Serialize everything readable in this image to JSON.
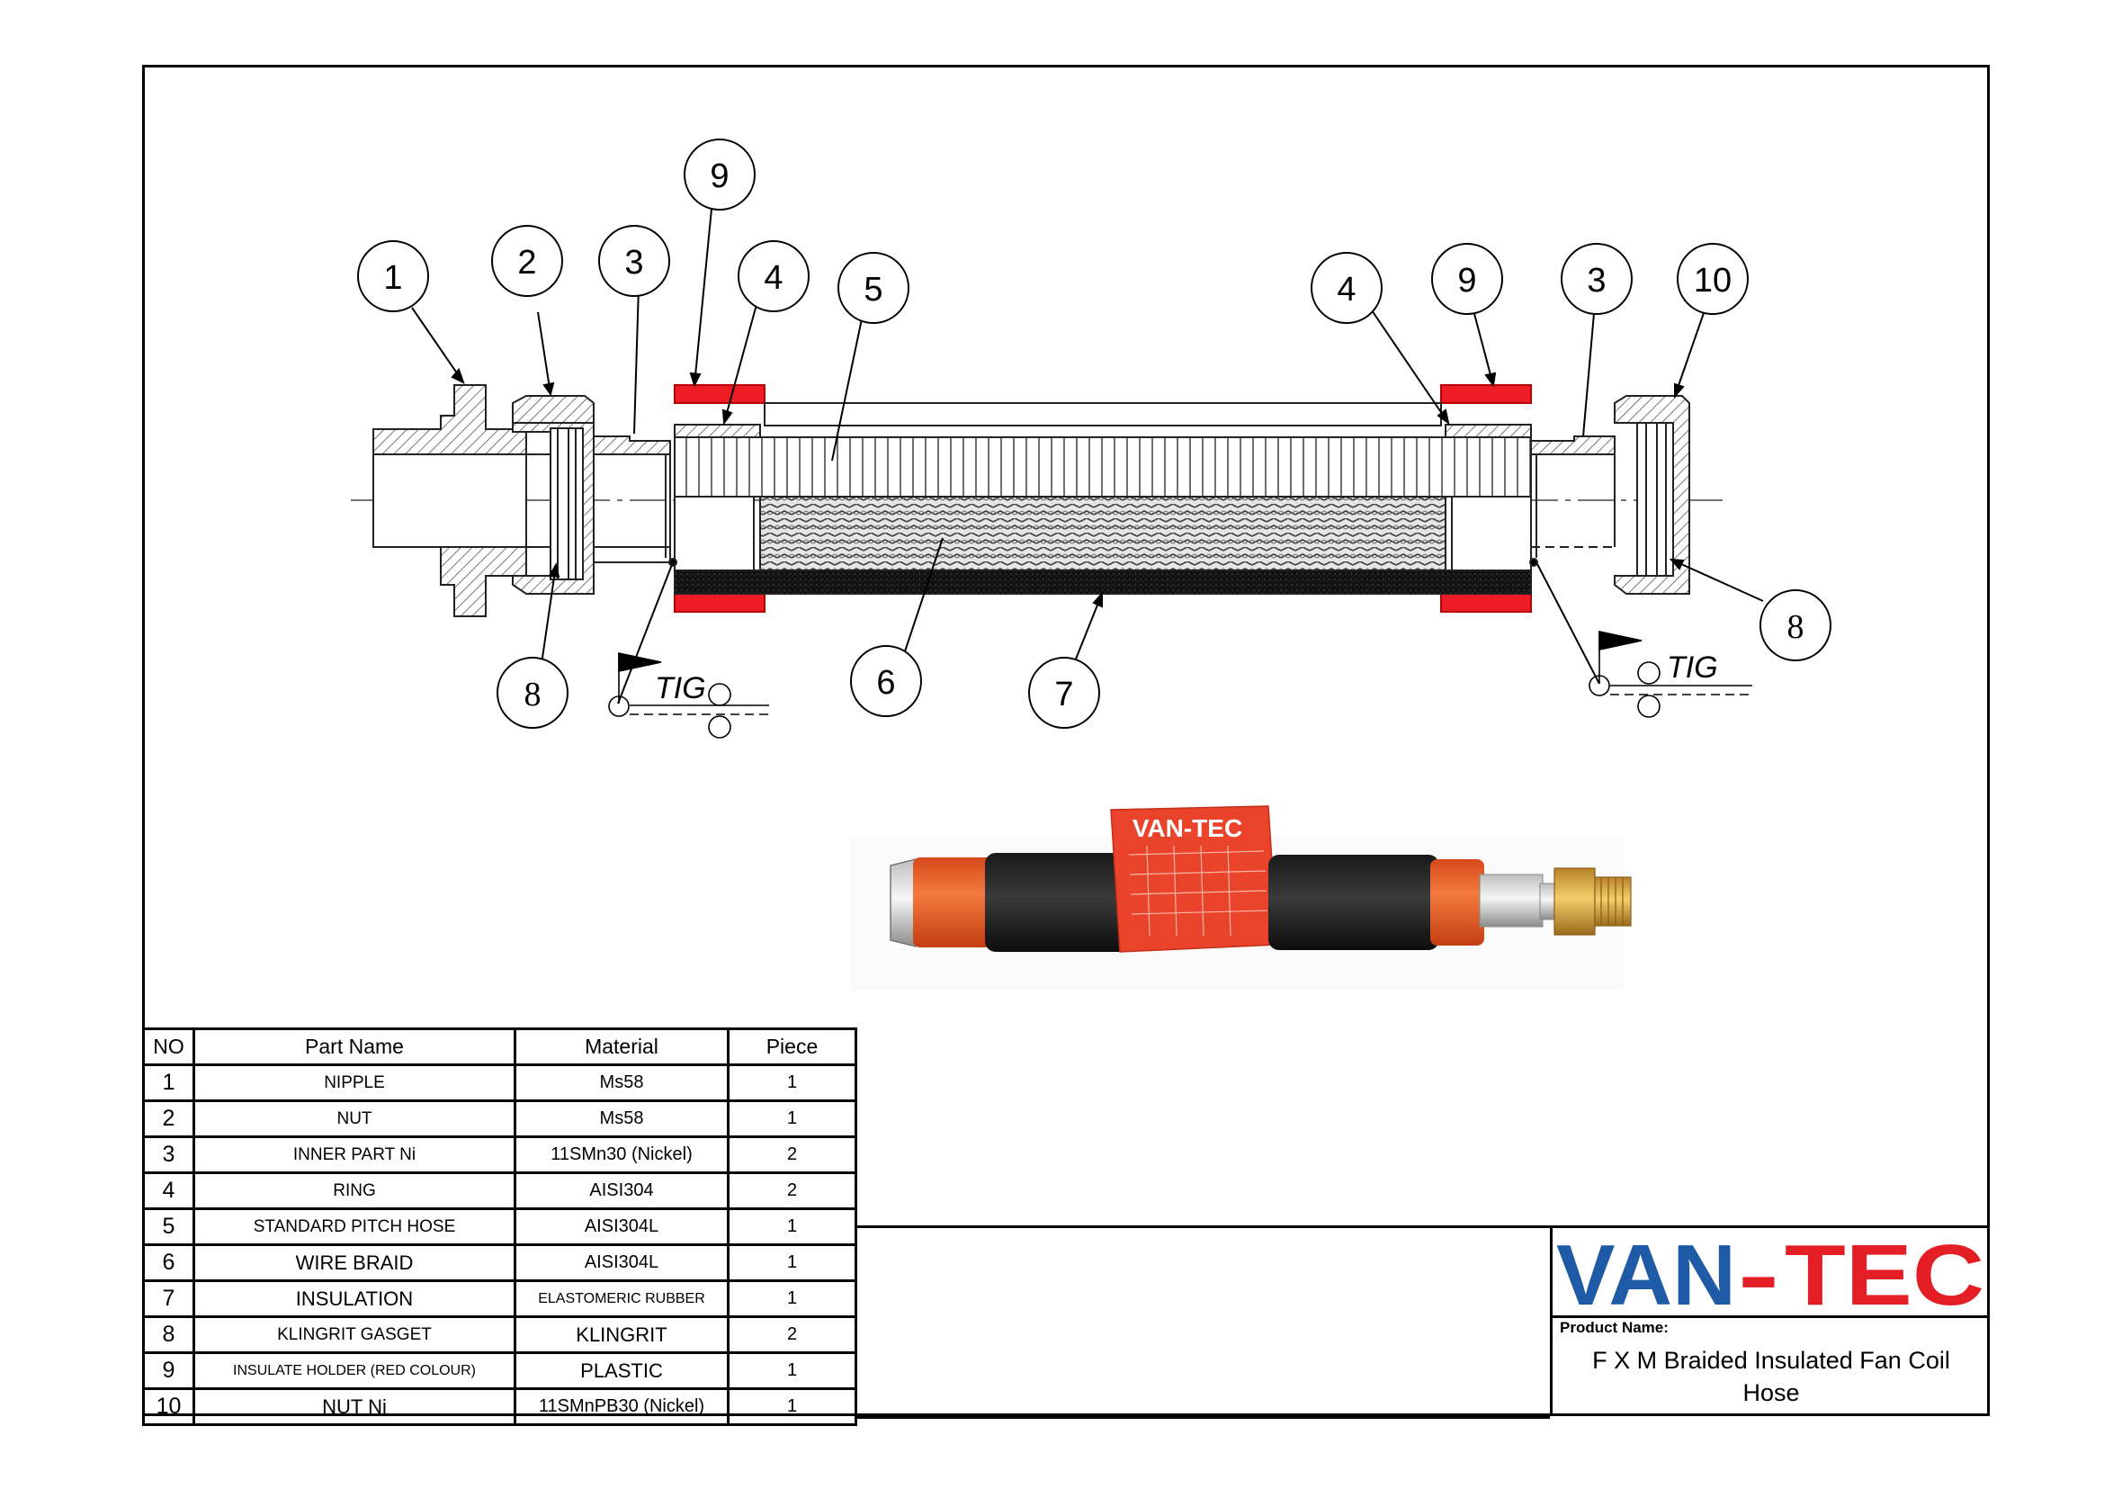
{
  "callouts": [
    "1",
    "2",
    "3",
    "9",
    "4",
    "5",
    "4",
    "9",
    "3",
    "10",
    "8",
    "8",
    "6",
    "7"
  ],
  "weld_labels": [
    "TIG",
    "TIG"
  ],
  "photo_label": {
    "brand": "VAN-TEC"
  },
  "table": {
    "headers": [
      "NO",
      "Part Name",
      "Material",
      "Piece"
    ],
    "rows": [
      {
        "no": "1",
        "name": "NIPPLE",
        "material": "Ms58",
        "piece": "1"
      },
      {
        "no": "2",
        "name": "NUT",
        "material": "Ms58",
        "piece": "1"
      },
      {
        "no": "3",
        "name": "INNER PART Ni",
        "material": "11SMn30 (Nickel)",
        "piece": "2"
      },
      {
        "no": "4",
        "name": "RING",
        "material": "AISI304",
        "piece": "2"
      },
      {
        "no": "5",
        "name": "STANDARD PITCH HOSE",
        "material": "AISI304L",
        "piece": "1"
      },
      {
        "no": "6",
        "name": "WIRE BRAID",
        "material": "AISI304L",
        "piece": "1"
      },
      {
        "no": "7",
        "name": "INSULATION",
        "material": "ELASTOMERIC RUBBER",
        "piece": "1"
      },
      {
        "no": "8",
        "name": "KLINGRIT GASGET",
        "material": "KLINGRIT",
        "piece": "2"
      },
      {
        "no": "9",
        "name": "INSULATE HOLDER (RED COLOUR)",
        "material": "PLASTIC",
        "piece": "1"
      },
      {
        "no": "10",
        "name": "NUT Ni",
        "material": "11SMnPB30 (Nickel)",
        "piece": "1"
      }
    ]
  },
  "title_block": {
    "logo_left": "VAN",
    "logo_dash": "-",
    "logo_right": "TEC",
    "product_label": "Product Name:",
    "product_name_line1": "F X M Braided Insulated Fan Coil",
    "product_name_line2": "Hose"
  },
  "colors": {
    "red": "#ee1c24",
    "logo_blue": "#1f5aa6",
    "logo_red": "#e31e24",
    "hose_orange": "#f0642a"
  }
}
